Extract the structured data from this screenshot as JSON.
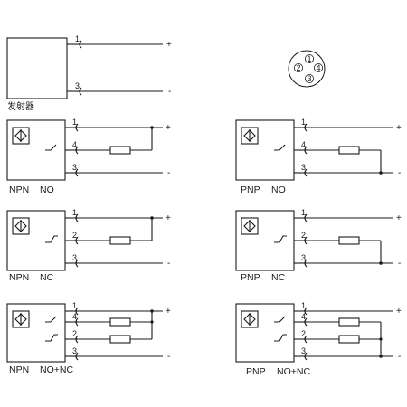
{
  "emitter": {
    "label": "发射器",
    "pins": [
      "1",
      "3"
    ],
    "signs": [
      "+",
      "-"
    ]
  },
  "connector": {
    "pins": [
      "1",
      "2",
      "3",
      "4"
    ]
  },
  "sensors": [
    {
      "id": "npn-no",
      "type": "NPN",
      "mode": "NO",
      "pins": [
        "1",
        "4",
        "3"
      ],
      "signs": [
        "+",
        "-"
      ]
    },
    {
      "id": "pnp-no",
      "type": "PNP",
      "mode": "NO",
      "pins": [
        "1",
        "4",
        "3"
      ],
      "signs": [
        "+",
        "-"
      ]
    },
    {
      "id": "npn-nc",
      "type": "NPN",
      "mode": "NC",
      "pins": [
        "1",
        "2",
        "3"
      ],
      "signs": [
        "+",
        "-"
      ]
    },
    {
      "id": "pnp-nc",
      "type": "PNP",
      "mode": "NC",
      "pins": [
        "1",
        "2",
        "3"
      ],
      "signs": [
        "+",
        "-"
      ]
    },
    {
      "id": "npn-nonc",
      "type": "NPN",
      "mode": "NO+NC",
      "pins": [
        "1",
        "4",
        "2",
        "3"
      ],
      "signs": [
        "+",
        "-"
      ]
    },
    {
      "id": "pnp-nonc",
      "type": "PNP",
      "mode": "NO+NC",
      "pins": [
        "1",
        "4",
        "2",
        "3"
      ],
      "signs": [
        "+",
        "-"
      ]
    }
  ]
}
